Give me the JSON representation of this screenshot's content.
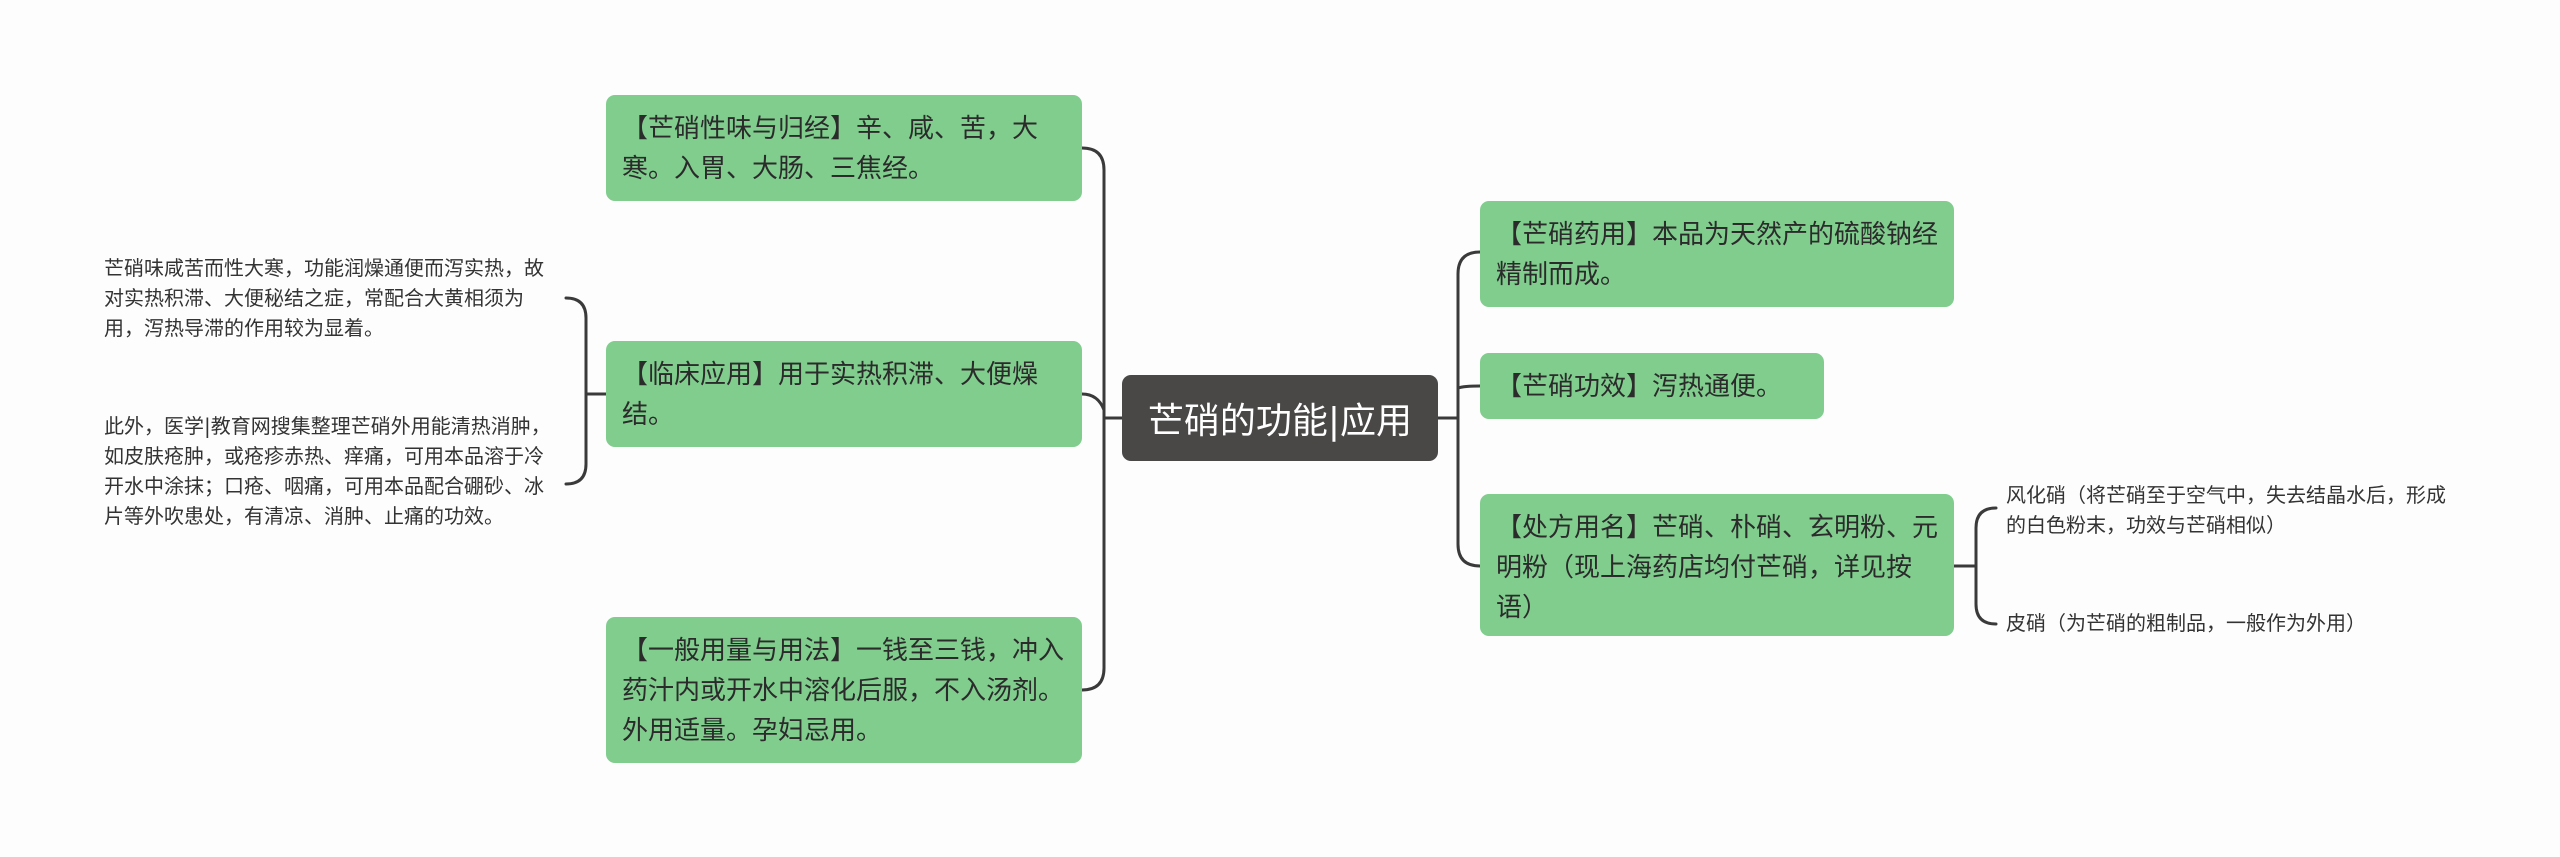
{
  "root": {
    "title": "芒硝的功能|应用"
  },
  "left": {
    "taste": "【芒硝性味与归经】辛、咸、苦，大寒。入胃、大肠、三焦经。",
    "clinical": "【临床应用】用于实热积滞、大便燥结。",
    "dosage": "【一般用量与用法】一钱至三钱，冲入药汁内或开水中溶化后服，不入汤剂。外用适量。孕妇忌用。",
    "clinical_details": [
      "芒硝味咸苦而性大寒，功能润燥通便而泻实热，故对实热积滞、大便秘结之症，常配合大黄相须为用，泻热导滞的作用较为显着。",
      "此外，医学|教育网搜集整理芒硝外用能清热消肿，如皮肤疮肿，或疮疹赤热、痒痛，可用本品溶于冷开水中涂抹；口疮、咽痛，可用本品配合硼砂、冰片等外吹患处，有清凉、消肿、止痛的功效。"
    ]
  },
  "right": {
    "medicinal": "【芒硝药用】本品为天然产的硫酸钠经精制而成。",
    "efficacy": "【芒硝功效】泻热通便。",
    "prescription": "【处方用名】芒硝、朴硝、玄明粉、元明粉（现上海药店均付芒硝，详见按语）",
    "prescription_details": [
      "风化硝（将芒硝至于空气中，失去结晶水后，形成的白色粉末，功效与芒硝相似）",
      "皮硝（为芒硝的粗制品，一般作为外用）"
    ]
  },
  "colors": {
    "root_bg": "#4a4747",
    "node_bg": "#80cd8e",
    "connector": "#3a3a3a"
  }
}
